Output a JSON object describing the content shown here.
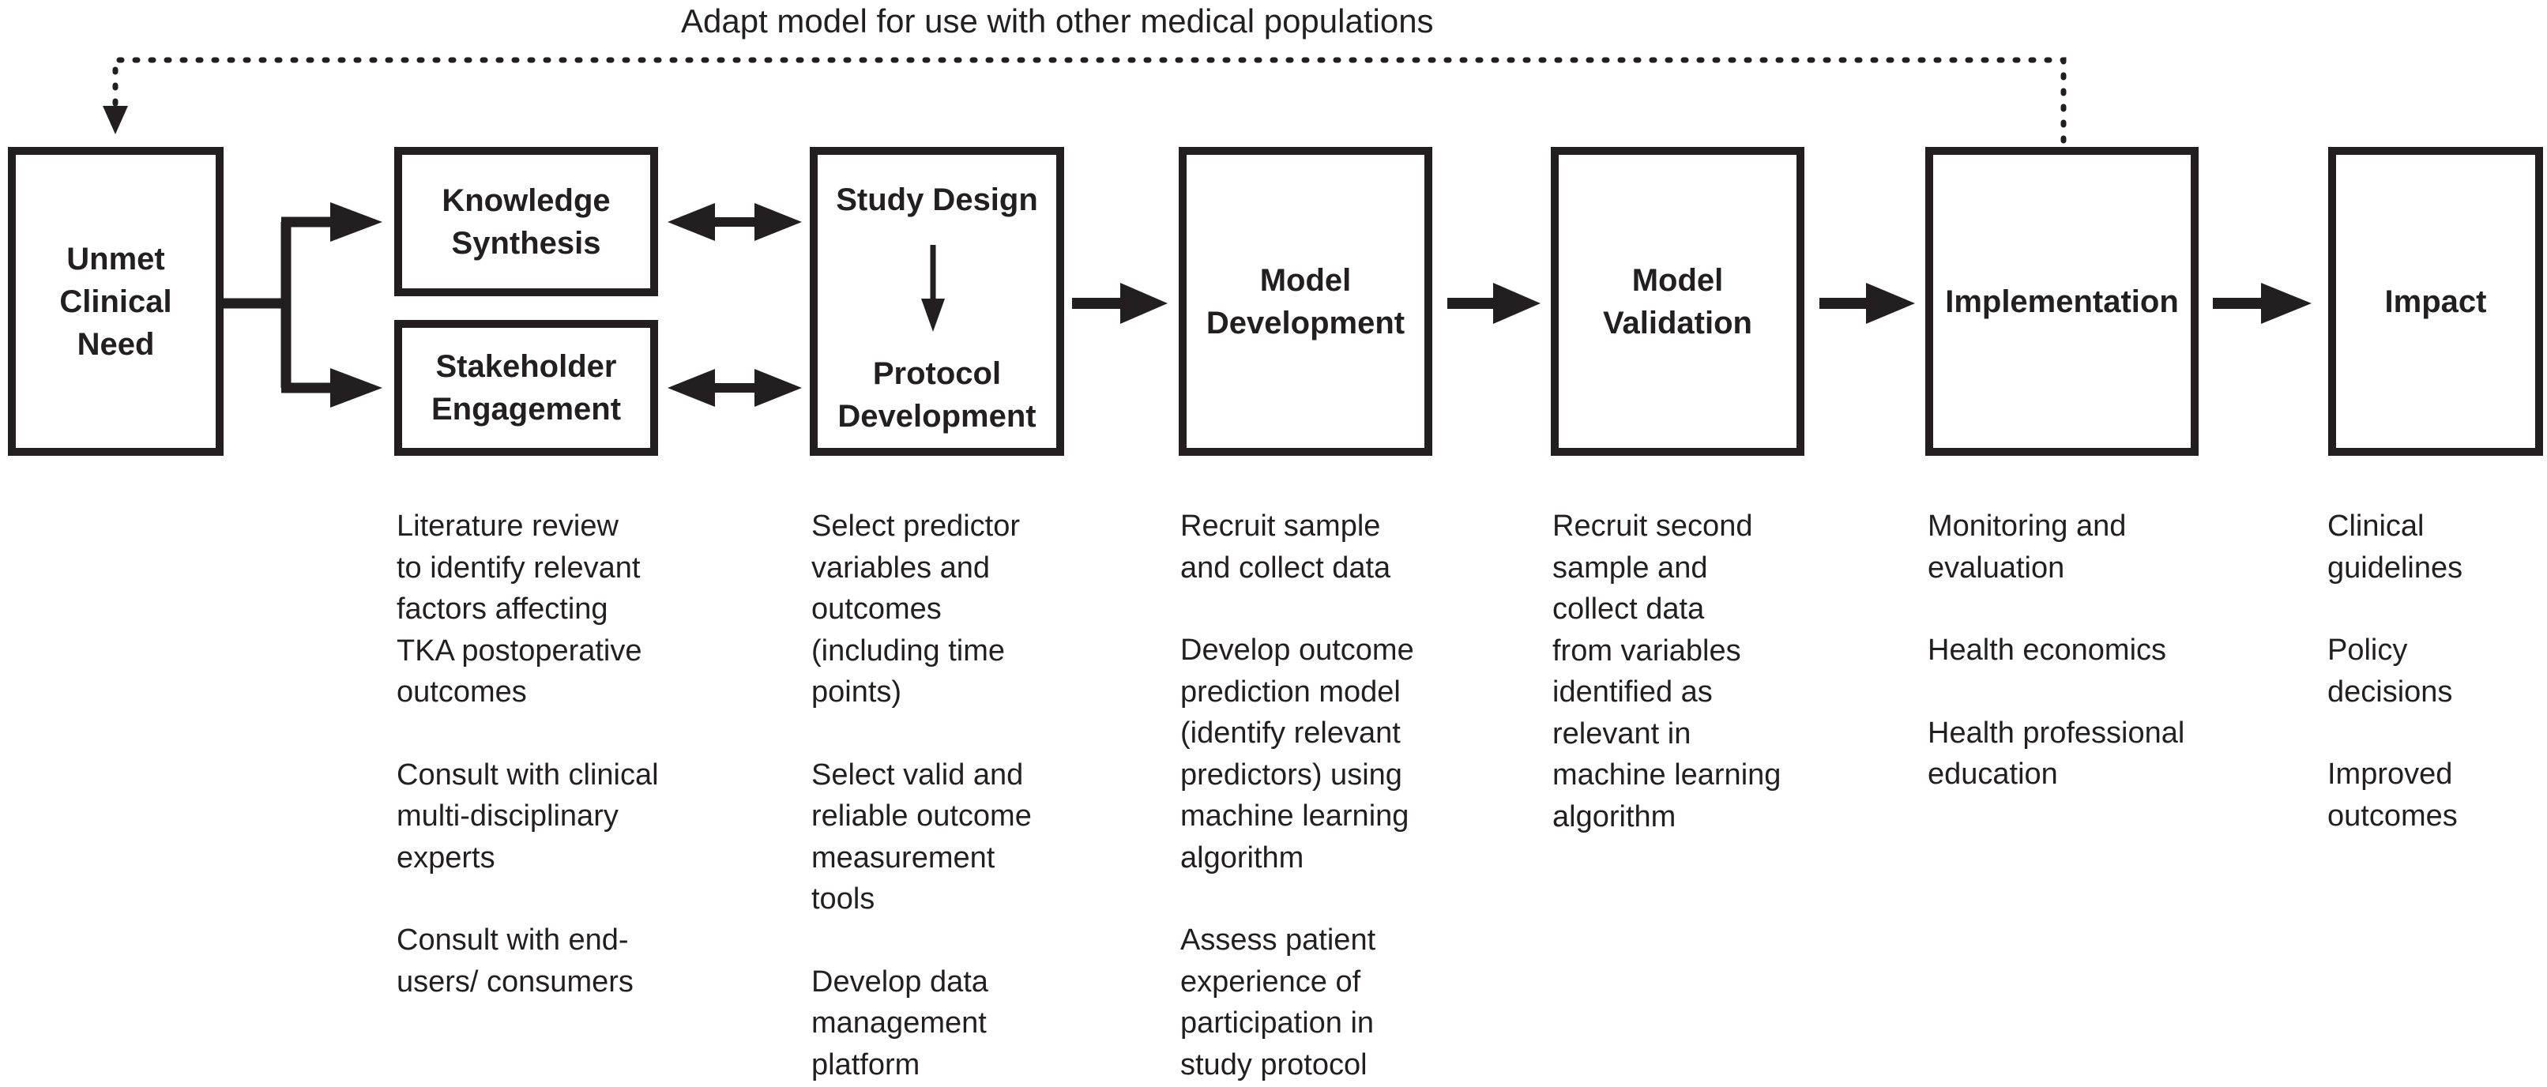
{
  "feedback_loop": {
    "label": "Adapt model for use with other medical populations"
  },
  "boxes": {
    "unmet_need": "Unmet\nClinical\nNeed",
    "knowledge_synthesis": "Knowledge\nSynthesis",
    "stakeholder_engagement": "Stakeholder\nEngagement",
    "study_design": "Study Design",
    "protocol_development": "Protocol\nDevelopment",
    "model_development": "Model\nDevelopment",
    "model_validation": "Model\nValidation",
    "implementation": "Implementation",
    "impact": "Impact"
  },
  "descriptions": {
    "knowledge_stakeholder": [
      "Literature review\nto identify relevant\nfactors affecting\nTKA postoperative\noutcomes",
      "Consult with clinical\nmulti-disciplinary\nexperts",
      "Consult with end-\nusers/ consumers"
    ],
    "study_protocol": [
      "Select predictor\nvariables and\noutcomes\n(including time\npoints)",
      "Select valid and\nreliable outcome\nmeasurement\ntools",
      "Develop data\nmanagement\nplatform"
    ],
    "model_development": [
      "Recruit sample\nand collect data",
      "Develop outcome\nprediction model\n(identify relevant\npredictors) using\nmachine learning\nalgorithm",
      "Assess patient\nexperience of\nparticipation in\nstudy protocol"
    ],
    "model_validation": [
      "Recruit second\nsample and\ncollect data\nfrom variables\nidentified as\nrelevant in\nmachine learning\nalgorithm"
    ],
    "implementation": [
      "Monitoring and\nevaluation",
      "Health economics",
      "Health professional\neducation"
    ],
    "impact": [
      "Clinical\nguidelines",
      "Policy\ndecisions",
      "Improved\noutcomes"
    ]
  }
}
